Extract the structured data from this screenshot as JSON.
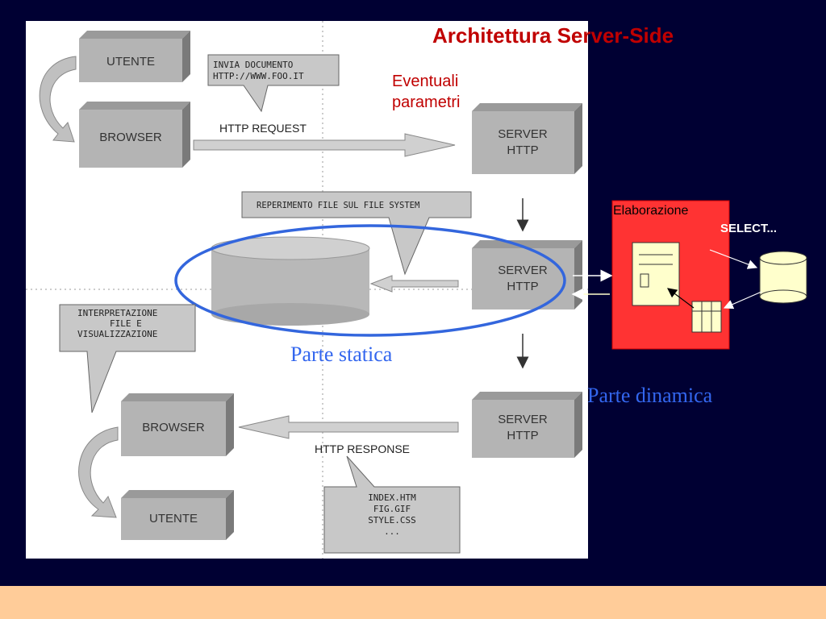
{
  "slide": {
    "title": "Architettura Server-Side",
    "eventual_params_line1": "Eventuali",
    "eventual_params_line2": "parametri",
    "parte_statica": "Parte statica",
    "parte_dinamica": "Parte dinamica",
    "elaborazione": "Elaborazione",
    "select": "SELECT..."
  },
  "diagram": {
    "utente_top": "UTENTE",
    "browser_top": "BROWSER",
    "http_request": "HTTP REQUEST",
    "server_http_label1": "SERVER",
    "server_http_label2": "HTTP",
    "callout_invia_line1": "INVIA DOCUMENTO",
    "callout_invia_line2": "HTTP://WWW.FOO.IT",
    "callout_reperimento": "REPERIMENTO FILE SUL FILE SYSTEM",
    "callout_interpretazione_line1": "INTERPRETAZIONE",
    "callout_interpretazione_line2": "FILE E",
    "callout_interpretazione_line3": "VISUALIZZAZIONE",
    "browser_bottom": "BROWSER",
    "utente_bottom": "UTENTE",
    "http_response": "HTTP RESPONSE",
    "files": [
      "INDEX.HTM",
      "FIG.GIF",
      "STYLE.CSS",
      "..."
    ]
  },
  "colors": {
    "background": "#000033",
    "panel": "#ffffff",
    "bottom_band": "#ffcc99",
    "title": "#c00000",
    "blue_note": "#3366ee",
    "elaborazione_box": "#ff3333",
    "database": "#ffffcc"
  }
}
